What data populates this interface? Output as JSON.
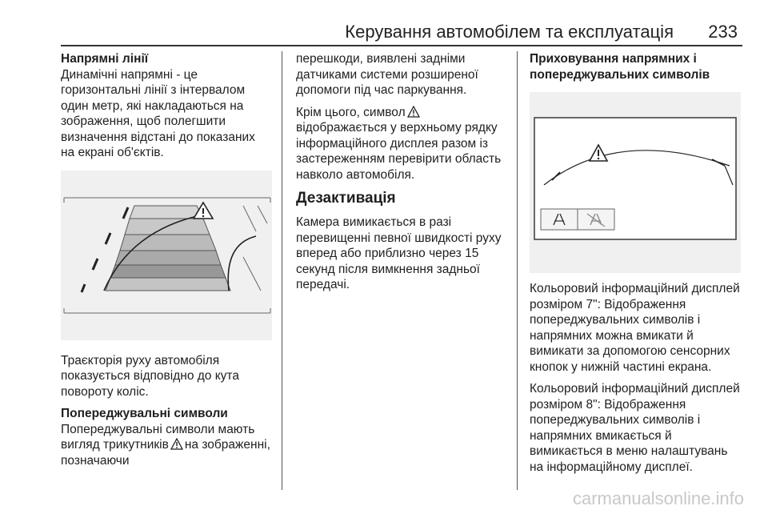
{
  "header": {
    "title": "Керування автомобілем та експлуатація",
    "page_number": "233"
  },
  "col1": {
    "heading1": "Напрямні лінії",
    "para1": "Динамічні напрямні - це горизонтальні лінії з інтервалом один метр, які накладаються на зображення, щоб полегшити визначення відстані до показаних на екрані об'єктів.",
    "caption1": "Траєкторія руху автомобіля показується відповідно до кута повороту коліс.",
    "heading2": "Попереджувальні символи",
    "para2_before": "Попереджувальні символи мають вигляд трикутників",
    "para2_after": "на зображенні, позначаючи"
  },
  "col2": {
    "para1": "перешкоди, виявлені задніми датчиками системи розширеної допомоги під час паркування.",
    "para2_before": "Крім цього, символ",
    "para2_after": "відображається у верхньому рядку інформаційного дисплея разом із застереженням перевірити область навколо автомобіля.",
    "heading": "Дезактивація",
    "para3": "Камера вимикається в разі перевищенні певної швидкості руху вперед або приблизно через 15 секунд після вимкнення задньої передачі."
  },
  "col3": {
    "heading": "Приховування напрямних і попереджувальних символів",
    "para1": "Кольоровий інформаційний дисплей розміром 7\": Відображення попереджувальних символів і напрямних можна вмикати й вимикати за допомогою сенсорних кнопок у нижній частині екрана.",
    "para2": "Кольоровий інформаційний дисплей розміром 8\": Відображення попереджувальних символів і напрямних вмикається й вимикається в меню налаштувань на інформаційному дисплеї."
  },
  "footer": {
    "watermark": "carmanualsonline.info"
  }
}
